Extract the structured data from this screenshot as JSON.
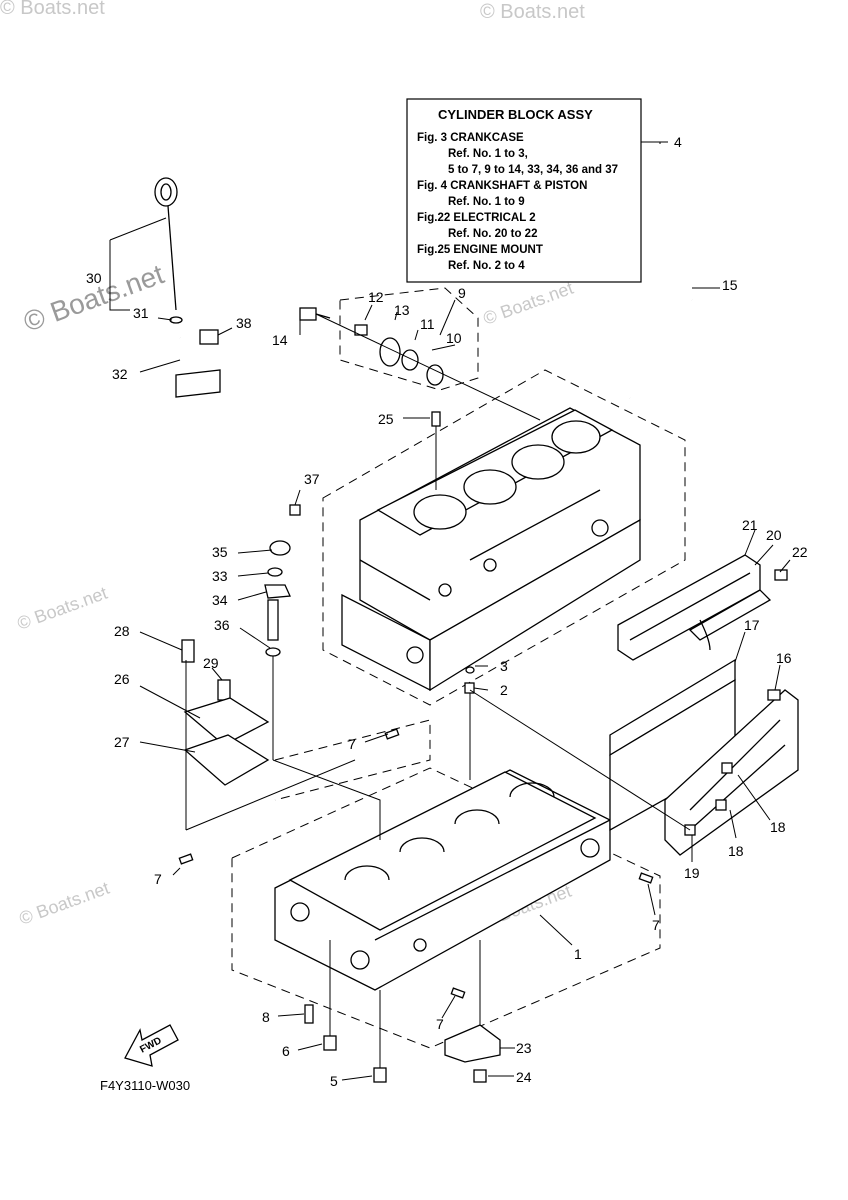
{
  "watermarks": {
    "big": "© Boats.net",
    "small": "© Boats.net"
  },
  "info_box": {
    "title": "CYLINDER BLOCK ASSY",
    "lines": [
      "Fig.  3 CRANKCASE",
      "Ref. No. 1 to 3,",
      "5 to 7, 9 to 14, 33, 34, 36 and 37",
      "Fig.  4 CRANKSHAFT & PISTON",
      "Ref. No. 1 to 9",
      "Fig.22 ELECTRICAL 2",
      "Ref. No. 20 to 22",
      "Fig.25 ENGINE MOUNT",
      "Ref. No. 2 to 4"
    ]
  },
  "callouts": {
    "c1": "1",
    "c2": "2",
    "c3": "3",
    "c4": "4",
    "c5": "5",
    "c6": "6",
    "c7a": "7",
    "c7b": "7",
    "c7c": "7",
    "c7d": "7",
    "c8": "8",
    "c9": "9",
    "c10": "10",
    "c11": "11",
    "c12": "12",
    "c13": "13",
    "c14": "14",
    "c15": "15",
    "c16": "16",
    "c17": "17",
    "c18a": "18",
    "c18b": "18",
    "c19": "19",
    "c20": "20",
    "c21": "21",
    "c22": "22",
    "c23": "23",
    "c24": "24",
    "c25": "25",
    "c26": "26",
    "c27": "27",
    "c28": "28",
    "c29": "29",
    "c30": "30",
    "c31": "31",
    "c32": "32",
    "c33": "33",
    "c34": "34",
    "c35": "35",
    "c36": "36",
    "c37": "37",
    "c38": "38"
  },
  "fwd_label": "FWD",
  "diagram_code": "F4Y3110-W030"
}
